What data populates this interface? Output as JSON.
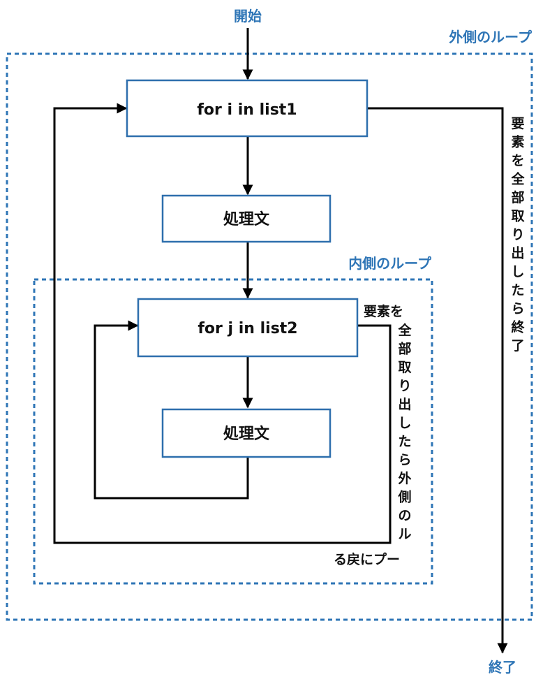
{
  "start_label": "開始",
  "end_label": "終了",
  "outer_loop": {
    "label": "外側のループ",
    "box": "for i in list1",
    "process": "処理文",
    "exit_note": [
      "要",
      "素",
      "を",
      "全",
      "部",
      "取",
      "り",
      "出",
      "し",
      "た",
      "ら",
      "終",
      "了"
    ]
  },
  "inner_loop": {
    "label": "内側のループ",
    "box": "for j in list2",
    "process": "処理文",
    "exit_note_head": "要素を",
    "exit_note_vertical": [
      "全",
      "部",
      "取",
      "り",
      "出",
      "し",
      "た",
      "ら",
      "外",
      "側",
      "の",
      "ル"
    ],
    "exit_note_tail": "る戻にプー"
  },
  "colors": {
    "loop_border": "#2e75b6",
    "box_border": "#2e6fad",
    "label_blue": "#2e75b6",
    "line": "#000000"
  }
}
